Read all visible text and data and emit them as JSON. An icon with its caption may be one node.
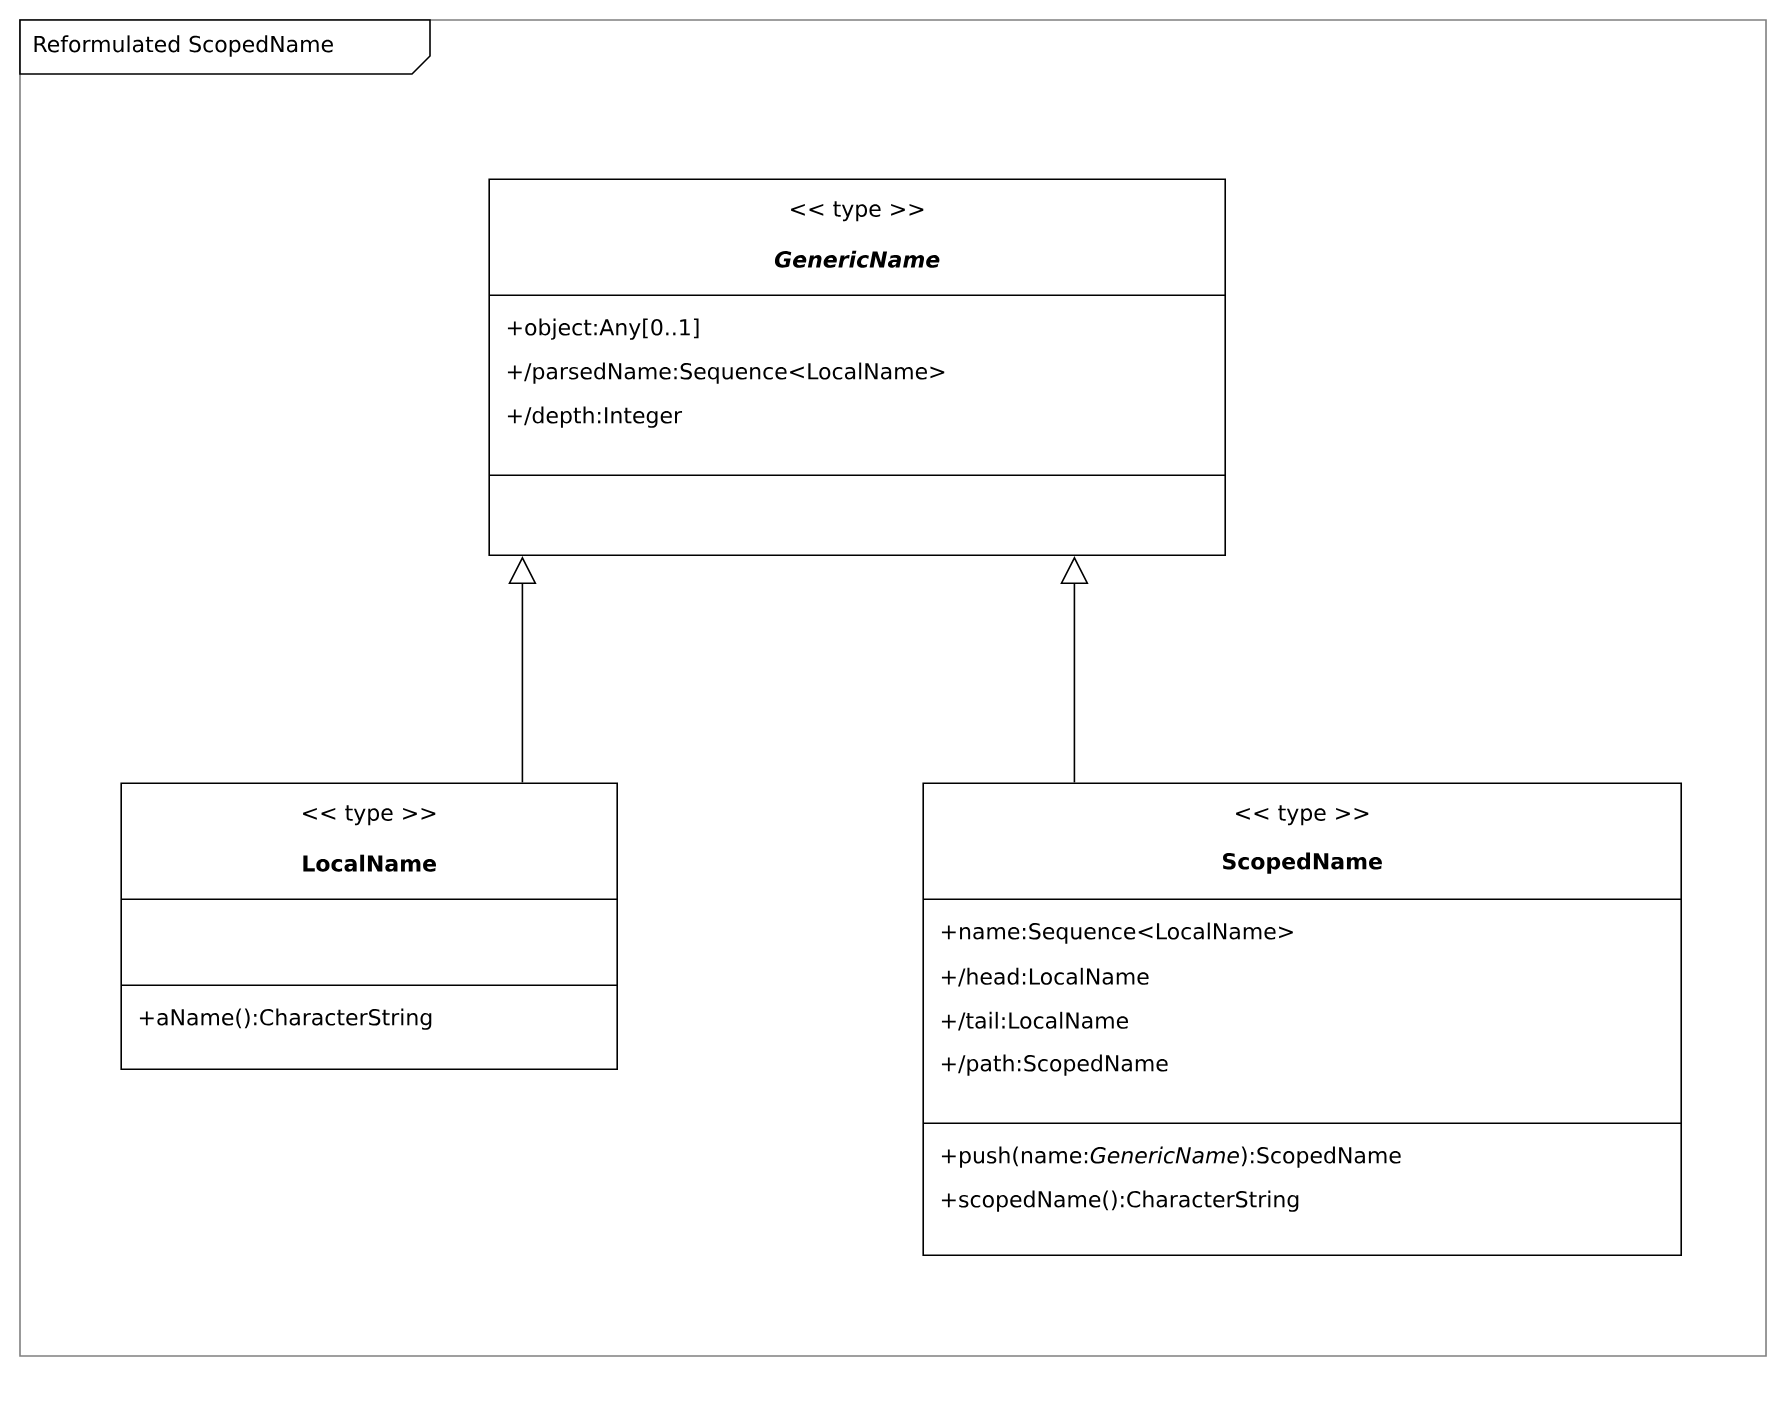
{
  "diagram": {
    "nodes": [
      {
        "text": [
          "Reformulated ScopedName"
        ]
      },
      {
        "text": [
          "<< type >>",
          "GenericName",
          "+object:Any[0..1]",
          "+/parsedName:Sequence<LocalName>",
          "+/depth:Integer"
        ],
        "in": 0
      },
      {
        "text": [
          "<< type >>",
          "LocalName",
          "+aName():CharacterString"
        ],
        "in": 0
      },
      {
        "text": [
          "<< type >>",
          "ScopedName",
          "+name:Sequence<LocalName>",
          "+/head:LocalName",
          "+/tail:LocalName",
          "+/path:ScopedName",
          "+push(name:*GenericName*):ScopedName",
          "+scopedName():CharacterString"
        ],
        "in": 0
      }
    ],
    "edges": [
      {
        "from": 2,
        "to": 1,
        "arrow": "to"
      },
      {
        "from": 3,
        "to": 1,
        "arrow": "to"
      }
    ]
  }
}
